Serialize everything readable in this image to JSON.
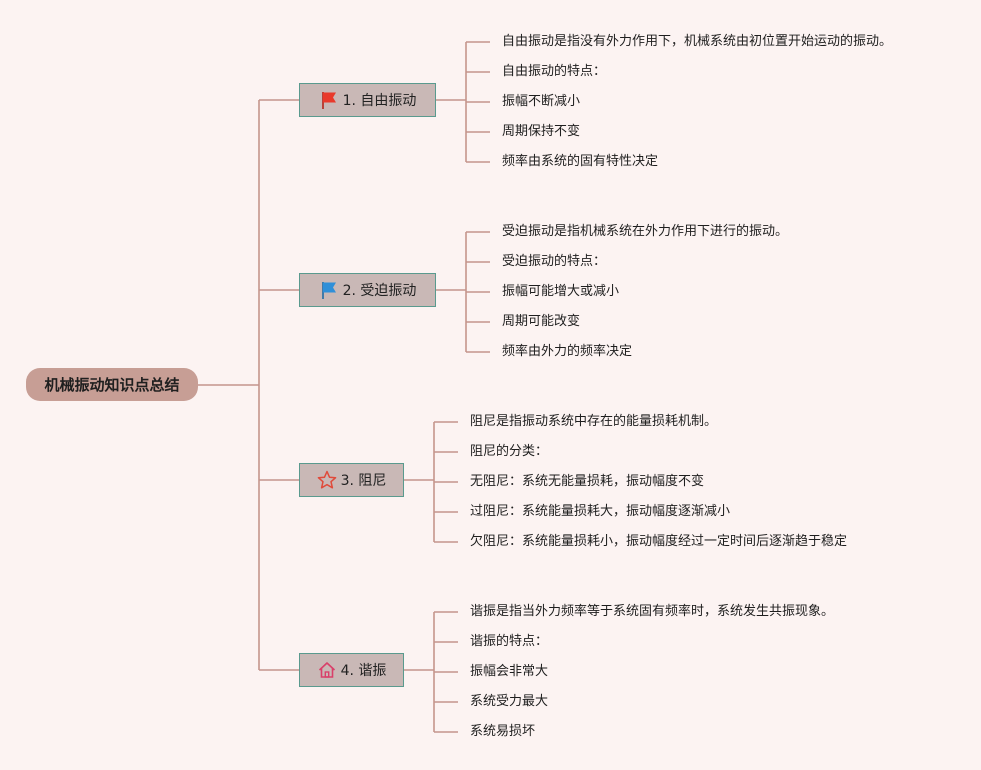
{
  "root": {
    "label": "机械振动知识点总结"
  },
  "branches": [
    {
      "label": "1. 自由振动",
      "icon": "red-flag-icon",
      "leaves": [
        "自由振动是指没有外力作用下，机械系统由初位置开始运动的振动。",
        "自由振动的特点：",
        "振幅不断减小",
        "周期保持不变",
        "频率由系统的固有特性决定"
      ]
    },
    {
      "label": "2. 受迫振动",
      "icon": "blue-flag-icon",
      "leaves": [
        "受迫振动是指机械系统在外力作用下进行的振动。",
        "受迫振动的特点：",
        "振幅可能增大或减小",
        "周期可能改变",
        "频率由外力的频率决定"
      ]
    },
    {
      "label": "3. 阻尼",
      "icon": "star-icon",
      "leaves": [
        "阻尼是指振动系统中存在的能量损耗机制。",
        "阻尼的分类：",
        "无阻尼：系统无能量损耗，振动幅度不变",
        "过阻尼：系统能量损耗大，振动幅度逐渐减小",
        "欠阻尼：系统能量损耗小，振动幅度经过一定时间后逐渐趋于稳定"
      ]
    },
    {
      "label": "4. 谐振",
      "icon": "home-icon",
      "leaves": [
        "谐振是指当外力频率等于系统固有频率时，系统发生共振现象。",
        "谐振的特点：",
        "振幅会非常大",
        "系统受力最大",
        "系统易损坏"
      ]
    }
  ],
  "colors": {
    "background": "#fcf3f2",
    "root_fill": "#c79e95",
    "branch_fill": "#c9b8b6",
    "branch_border": "#5a9a8e",
    "connector": "#c4958c",
    "red_flag": "#e8392b",
    "blue_flag": "#2f8fd8",
    "star": "#e04a3a",
    "home": "#d9406a"
  }
}
